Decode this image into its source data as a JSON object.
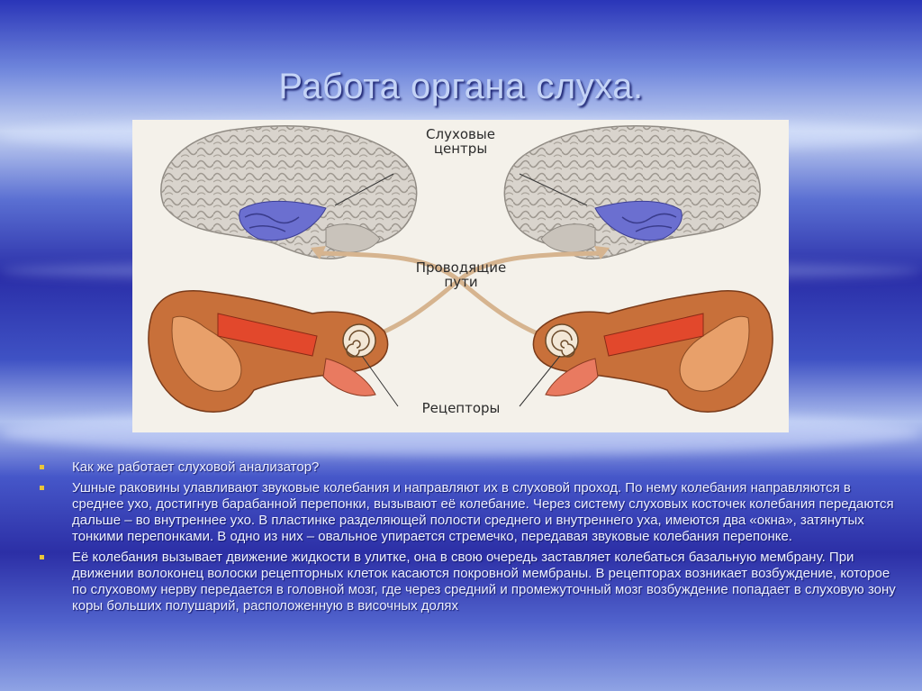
{
  "slide": {
    "title": "Работа органа слуха."
  },
  "figure": {
    "labels": {
      "centers": "Слуховые\nцентры",
      "pathways": "Проводящие\nпути",
      "receptors": "Рецепторы"
    },
    "colors": {
      "brain": "#cfcac3",
      "auditory_zone": "#6b6fd0",
      "pathway": "#d6b48f",
      "ear": "#c8703a",
      "ear_inner": "#e2482c"
    }
  },
  "bullets": [
    {
      "text": "Как же работает слуховой анализатор?"
    },
    {
      "text": "Ушные раковины улавливают звуковые колебания и направляют их в слуховой проход. По нему колебания направляются в среднее ухо, достигнув барабанной перепонки, вызывают её колебание. Через систему слуховых косточек колебания передаются дальше – во внутреннее ухо. В пластинке разделяющей полости среднего и внутреннего уха, имеются два «окна», затянутых тонкими перепонками. В одно из них – овальное упирается стремечко, передавая звуковые колебания перепонке."
    },
    {
      "text": "Её колебания вызывает движение жидкости в улитке, она в свою очередь заставляет колебаться базальную мембрану. При движении волоконец волоски рецепторных клеток касаются покровной мембраны. В рецепторах возникает возбуждение, которое по слуховому нерву передается в головной мозг, где через средний и промежуточный мозг возбуждение попадает в слуховую зону коры  больших полушарий, расположенную в височных долях"
    }
  ]
}
